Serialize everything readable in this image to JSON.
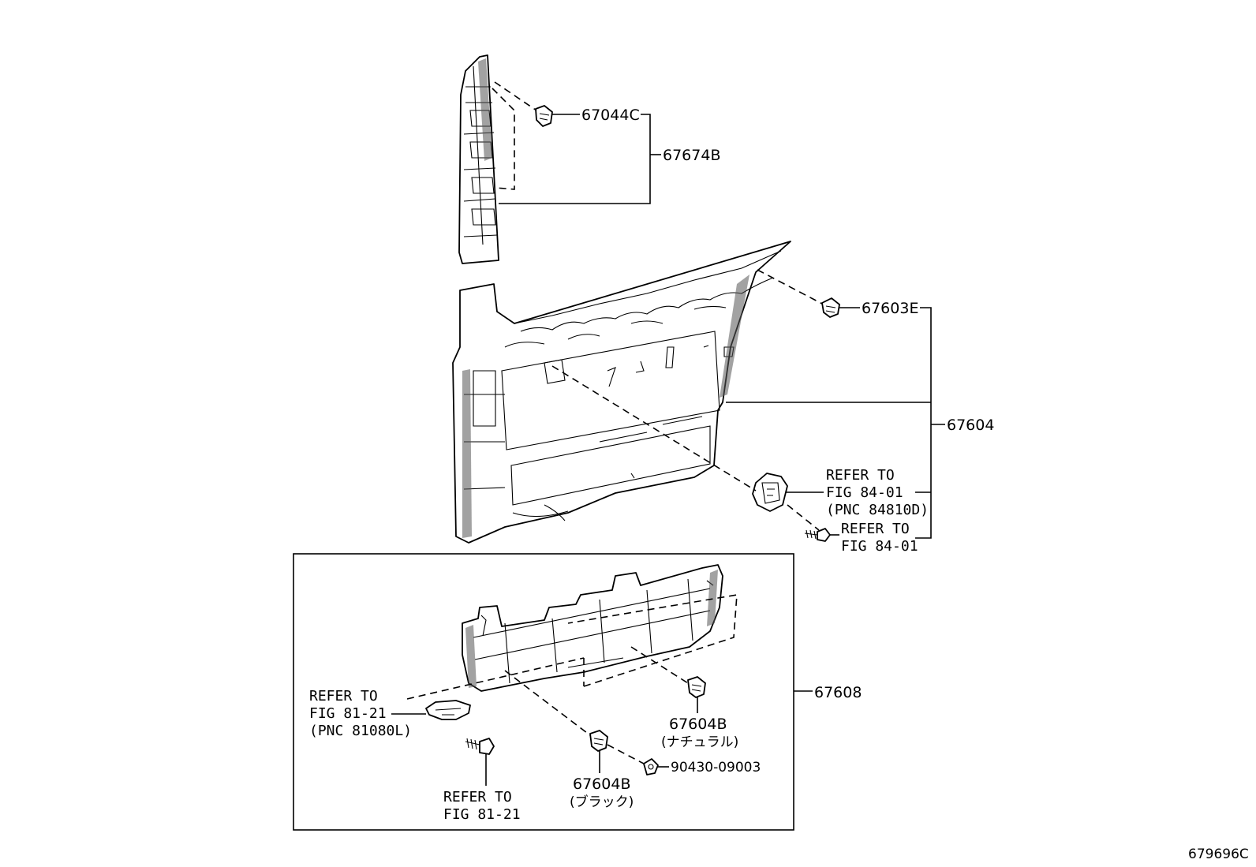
{
  "figure_code": "679696C",
  "callouts": {
    "p67044C": "67044C",
    "p67674B": "67674B",
    "p67603E": "67603E",
    "p67604": "67604",
    "p67608": "67608",
    "p67604B_nat": "67604B",
    "p67604B_nat_note": "(ナチュラル)",
    "p67604B_blk": "67604B",
    "p67604B_blk_note": "(ブラック)",
    "p90430": "90430-09003"
  },
  "refs": {
    "ref_84810_l1": "REFER TO",
    "ref_84810_l2": "FIG 84-01",
    "ref_84810_l3": "(PNC 84810D)",
    "ref_8401_l1": "REFER TO",
    "ref_8401_l2": "FIG 84-01",
    "ref_81080_l1": "REFER TO",
    "ref_81080_l2": "FIG 81-21",
    "ref_81080_l3": "(PNC 81080L)",
    "ref_8121_l1": "REFER TO",
    "ref_8121_l2": "FIG 81-21"
  }
}
